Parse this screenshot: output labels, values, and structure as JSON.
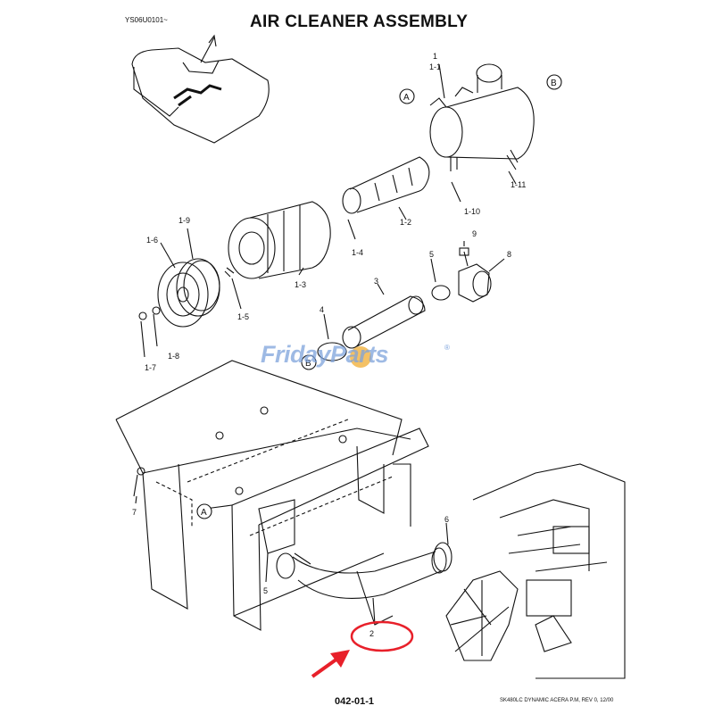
{
  "header": {
    "code": "YS06U0101~",
    "title": "AIR CLEANER ASSEMBLY"
  },
  "footer": {
    "page": "042-01-1",
    "note": "SK480LC DYNAMIC ACERA P.M, REV 0, 12/00"
  },
  "watermark": {
    "brand_a": "Friday",
    "brand_b": "Parts",
    "registered": "®"
  },
  "highlight": {
    "color": "#e8202a"
  },
  "callouts": {
    "c1": "1",
    "c1_1": "1-1",
    "c1_2": "1-2",
    "c1_3": "1-3",
    "c1_4": "1-4",
    "c1_5": "1-5",
    "c1_6": "1-6",
    "c1_7": "1-7",
    "c1_8": "1-8",
    "c1_9": "1-9",
    "c1_10": "1-10",
    "c1_11": "1-11",
    "c2": "2",
    "c3": "3",
    "c4": "4",
    "c5a": "5",
    "c5b": "5",
    "c6": "6",
    "c7": "7",
    "c8": "8",
    "c9": "9"
  },
  "markers": {
    "a1": "A",
    "a2": "A",
    "b1": "B",
    "b2": "B"
  }
}
